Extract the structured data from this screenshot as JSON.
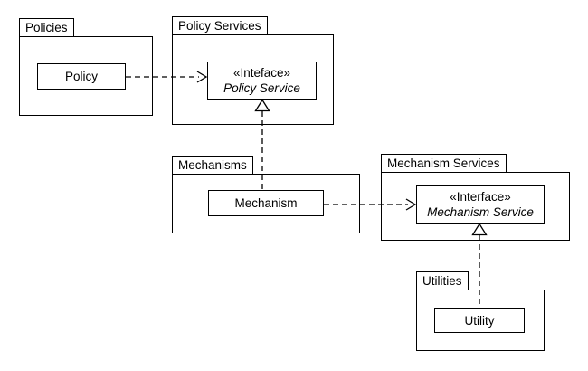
{
  "diagram": {
    "type": "uml-package-diagram",
    "background": "#ffffff",
    "line_color": "#000000",
    "text_color": "#000000",
    "packages": [
      {
        "id": "policies",
        "label": "Policies",
        "elements": [
          {
            "kind": "class",
            "label": "Policy"
          }
        ]
      },
      {
        "id": "policy-services",
        "label": "Policy Services",
        "elements": [
          {
            "kind": "interface",
            "stereotype": "«Inteface»",
            "label": "Policy Service"
          }
        ]
      },
      {
        "id": "mechanisms",
        "label": "Mechanisms",
        "elements": [
          {
            "kind": "class",
            "label": "Mechanism"
          }
        ]
      },
      {
        "id": "mechanism-services",
        "label": "Mechanism Services",
        "elements": [
          {
            "kind": "interface",
            "stereotype": "«Interface»",
            "label": "Mechanism Service"
          }
        ]
      },
      {
        "id": "utilities",
        "label": "Utilities",
        "elements": [
          {
            "kind": "class",
            "label": "Utility"
          }
        ]
      }
    ],
    "relationships": [
      {
        "kind": "dependency",
        "style": "dashed-open-arrow",
        "from": "Policy",
        "to": "Policy Service"
      },
      {
        "kind": "realization",
        "style": "dashed-hollow-triangle",
        "from": "Mechanism",
        "to": "Policy Service"
      },
      {
        "kind": "dependency",
        "style": "dashed-open-arrow",
        "from": "Mechanism",
        "to": "Mechanism Service"
      },
      {
        "kind": "realization",
        "style": "dashed-hollow-triangle",
        "from": "Utility",
        "to": "Mechanism Service"
      }
    ]
  }
}
